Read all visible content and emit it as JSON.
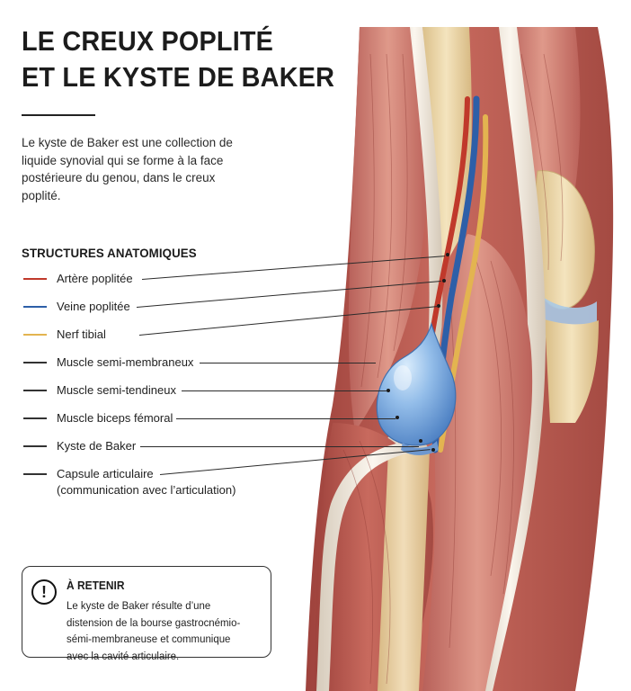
{
  "header": {
    "title_line1": "LE CREUX POPLITÉ",
    "title_line2": "ET LE KYSTE DE BAKER"
  },
  "intro": "Le kyste de Baker est une collection de liquide synovial qui se forme à la face postérieure du genou, dans le creux poplité.",
  "legend": {
    "heading": "STRUCTURES ANATOMIQUES",
    "items": [
      {
        "label": "Artère poplitée",
        "color": "#c0392b"
      },
      {
        "label": "Veine poplitée",
        "color": "#2d5fa8"
      },
      {
        "label": "Nerf tibial",
        "color": "#e3b450"
      },
      {
        "label": "Muscle semi-membraneux",
        "color": "#333333"
      },
      {
        "label": "Muscle semi-tendineux",
        "color": "#333333"
      },
      {
        "label": "Muscle biceps fémoral",
        "color": "#333333"
      },
      {
        "label": "Kyste de Baker",
        "color": "#333333"
      },
      {
        "label": "Capsule articulaire",
        "sublabel": "(communication avec l’articulation)",
        "color": "#333333"
      }
    ]
  },
  "note": {
    "icon": "exclamation-circle-icon",
    "title": "À RETENIR",
    "body": "Le kyste de Baker résulte d’une distension de la bourse gastrocnémio-sémi-membraneuse et communique avec la cavité articulaire."
  },
  "palette": {
    "muscle": "#b9574f",
    "muscle_light": "#d98f80",
    "tendon": "#efe6d6",
    "bone": "#e9d4a6",
    "cyst": "#8fb8e6",
    "artery": "#c0392b",
    "vein": "#2d5fa8",
    "nerve": "#e3b450"
  }
}
